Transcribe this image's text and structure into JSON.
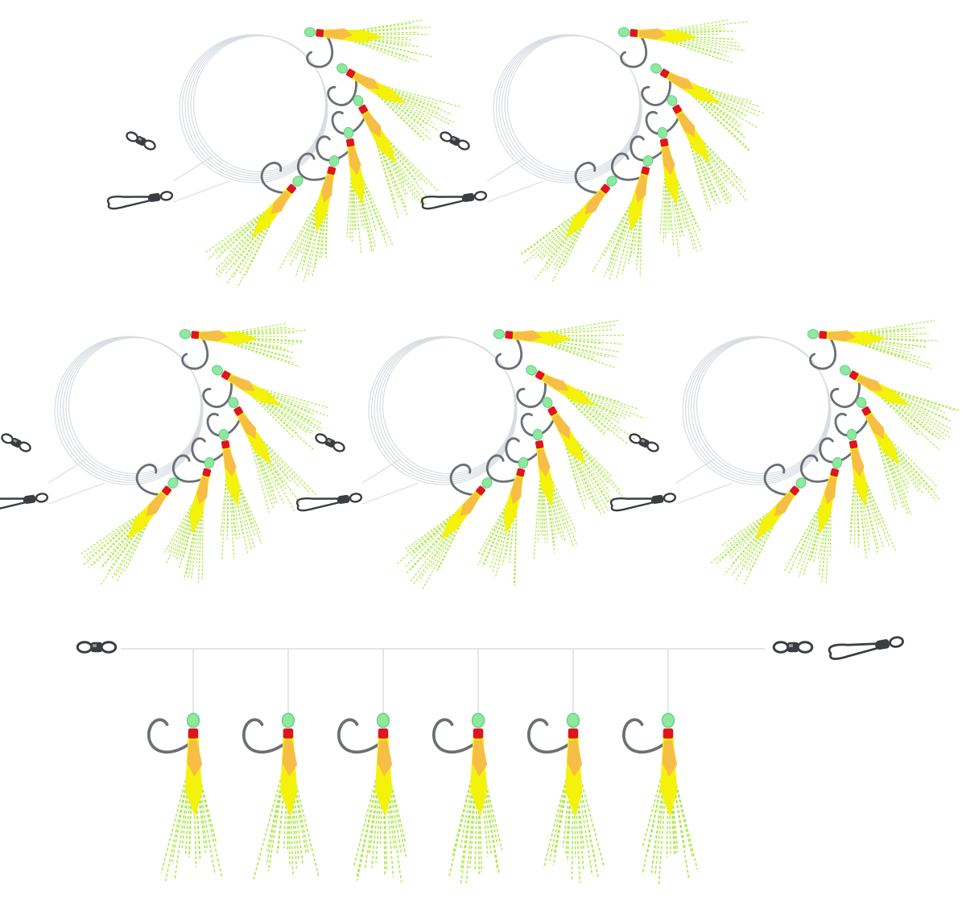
{
  "image": {
    "subject": "fishing-sabiki-rigs",
    "background": "#ffffff"
  },
  "palette": {
    "line": "#d9dde2",
    "bead": "#8fe8a0",
    "bead_shade": "#5ccf7a",
    "thread": "#e0141e",
    "skirt_yellow": "#f4f20a",
    "skirt_orange": "#f6b84a",
    "flash": "#a8e63c",
    "hook": "#6b6f76",
    "metal": "#3a3d42",
    "metal_light": "#b9bdc3"
  },
  "coiled_rigs": {
    "count": 5,
    "hooks_per_rig": 6
  },
  "straight_rig": {
    "count": 1,
    "hooks": 6
  }
}
